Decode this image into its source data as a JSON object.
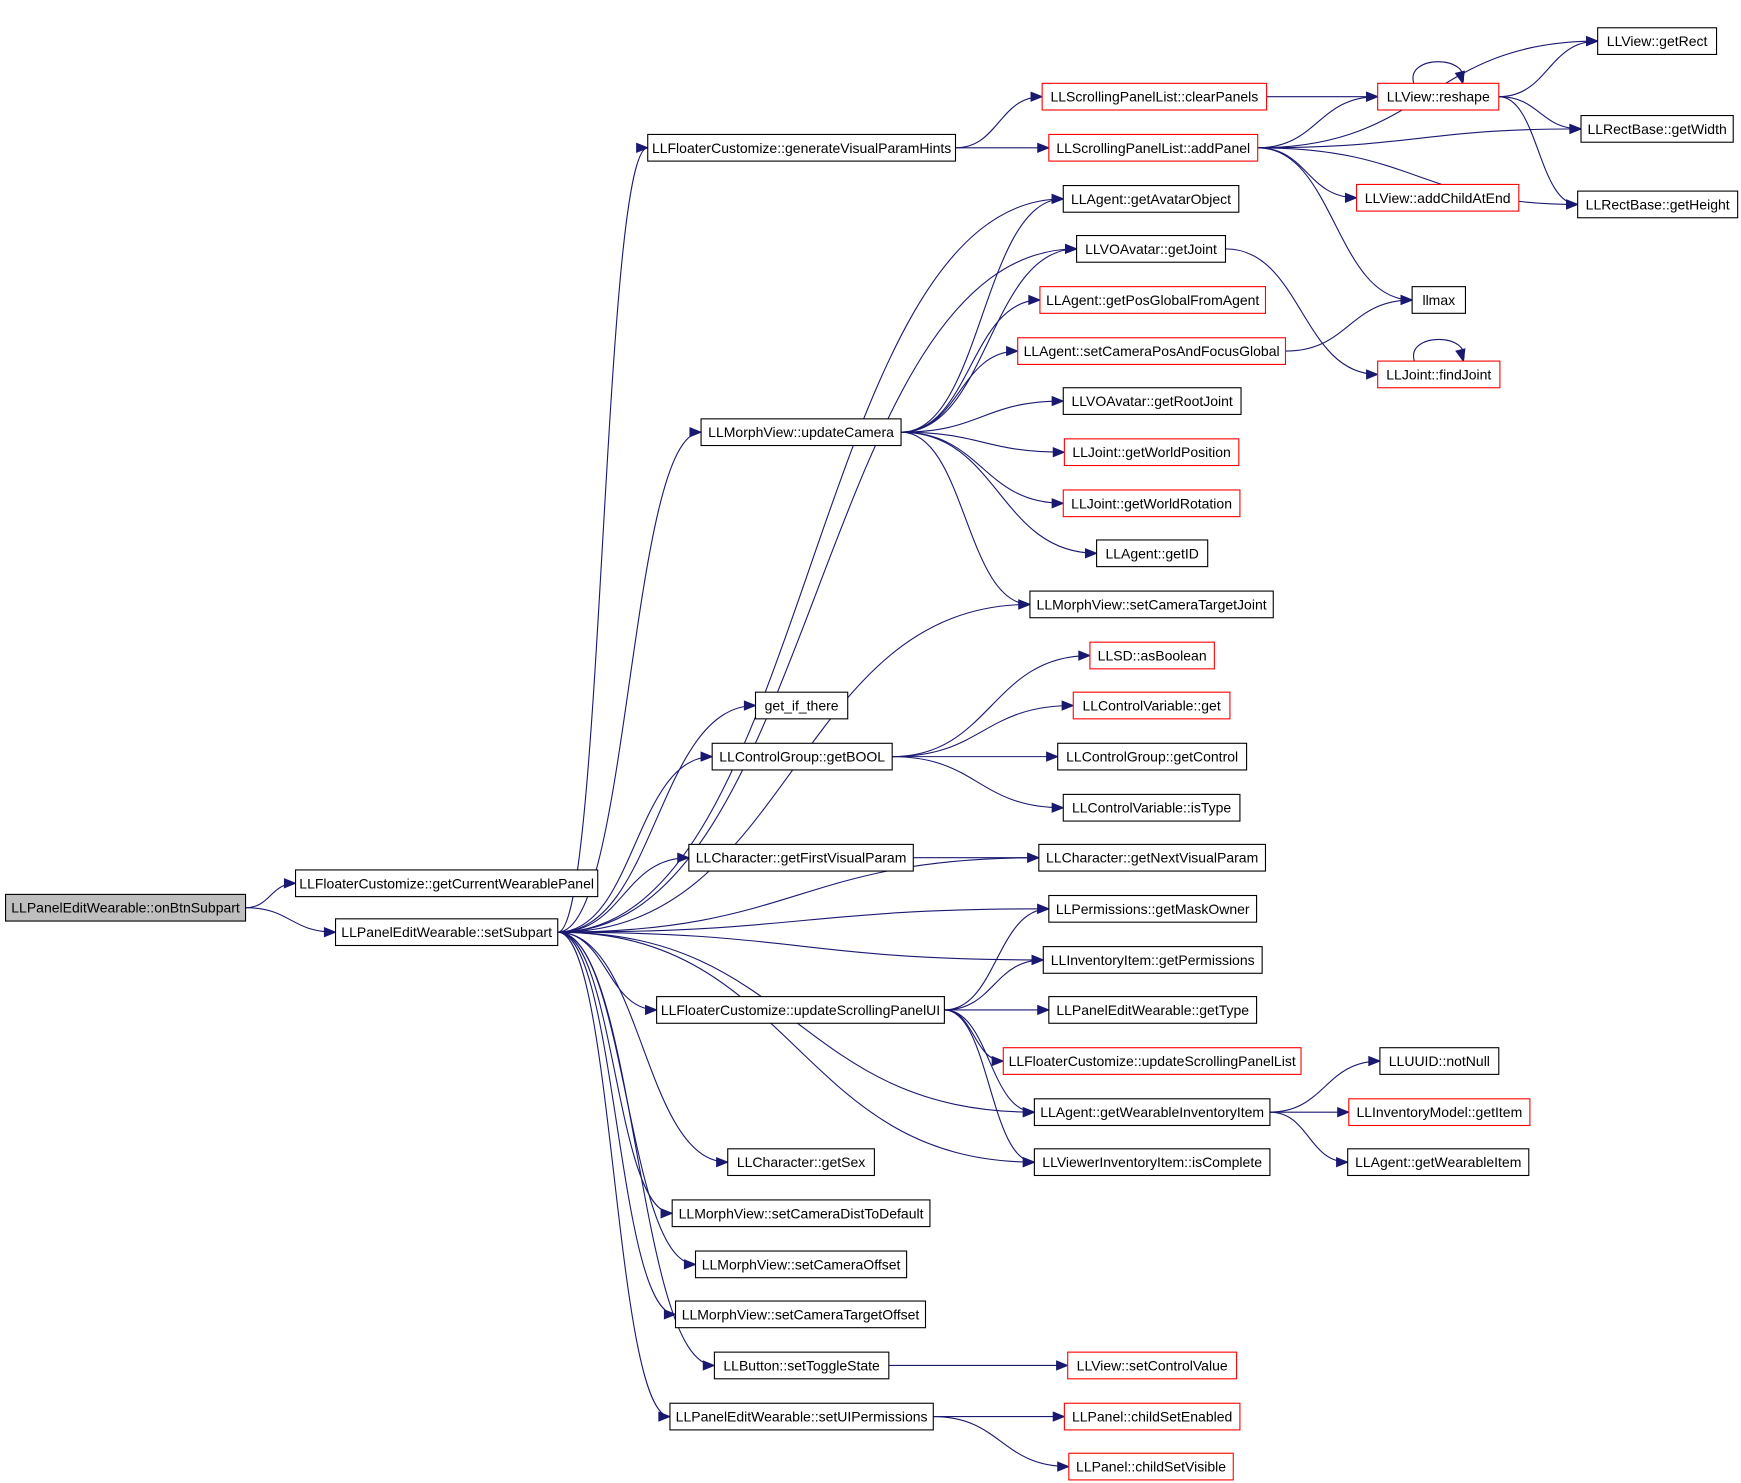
{
  "graph": {
    "root": "LLPanelEditWearable::onBtnSubpart",
    "nodes": {
      "onBtnSubpart": {
        "label": "LLPanelEditWearable::onBtnSubpart",
        "style": "root"
      },
      "getCurrentWearablePanel": {
        "label": "LLFloaterCustomize::getCurrentWearablePanel",
        "style": "black"
      },
      "setSubpart": {
        "label": "LLPanelEditWearable::setSubpart",
        "style": "black"
      },
      "generateVisualParamHints": {
        "label": "LLFloaterCustomize::generateVisualParamHints",
        "style": "black"
      },
      "clearPanels": {
        "label": "LLScrollingPanelList::clearPanels",
        "style": "red"
      },
      "addPanel": {
        "label": "LLScrollingPanelList::addPanel",
        "style": "red"
      },
      "reshape": {
        "label": "LLView::reshape",
        "style": "red"
      },
      "getRect": {
        "label": "LLView::getRect",
        "style": "black"
      },
      "getWidth": {
        "label": "LLRectBase::getWidth",
        "style": "black"
      },
      "getHeight": {
        "label": "LLRectBase::getHeight",
        "style": "black"
      },
      "addChildAtEnd": {
        "label": "LLView::addChildAtEnd",
        "style": "red"
      },
      "llmax": {
        "label": "llmax",
        "style": "black"
      },
      "getAvatarObject": {
        "label": "LLAgent::getAvatarObject",
        "style": "black"
      },
      "getJoint": {
        "label": "LLVOAvatar::getJoint",
        "style": "black"
      },
      "findJoint": {
        "label": "LLJoint::findJoint",
        "style": "red"
      },
      "getPosGlobalFromAgent": {
        "label": "LLAgent::getPosGlobalFromAgent",
        "style": "red"
      },
      "setCameraPosAndFocusGlobal": {
        "label": "LLAgent::setCameraPosAndFocusGlobal",
        "style": "red"
      },
      "getRootJoint": {
        "label": "LLVOAvatar::getRootJoint",
        "style": "black"
      },
      "updateCamera": {
        "label": "LLMorphView::updateCamera",
        "style": "black"
      },
      "getWorldPosition": {
        "label": "LLJoint::getWorldPosition",
        "style": "red"
      },
      "getWorldRotation": {
        "label": "LLJoint::getWorldRotation",
        "style": "red"
      },
      "getID": {
        "label": "LLAgent::getID",
        "style": "black"
      },
      "setCameraTargetJoint": {
        "label": "LLMorphView::setCameraTargetJoint",
        "style": "black"
      },
      "asBoolean": {
        "label": "LLSD::asBoolean",
        "style": "red"
      },
      "get_if_there": {
        "label": "get_if_there",
        "style": "black"
      },
      "controlVariableGet": {
        "label": "LLControlVariable::get",
        "style": "red"
      },
      "getBOOL": {
        "label": "LLControlGroup::getBOOL",
        "style": "black"
      },
      "getControl": {
        "label": "LLControlGroup::getControl",
        "style": "black"
      },
      "isType": {
        "label": "LLControlVariable::isType",
        "style": "black"
      },
      "getFirstVisualParam": {
        "label": "LLCharacter::getFirstVisualParam",
        "style": "black"
      },
      "getNextVisualParam": {
        "label": "LLCharacter::getNextVisualParam",
        "style": "black"
      },
      "getMaskOwner": {
        "label": "LLPermissions::getMaskOwner",
        "style": "black"
      },
      "getPermissions": {
        "label": "LLInventoryItem::getPermissions",
        "style": "black"
      },
      "updateScrollingPanelUI": {
        "label": "LLFloaterCustomize::updateScrollingPanelUI",
        "style": "black"
      },
      "getType": {
        "label": "LLPanelEditWearable::getType",
        "style": "black"
      },
      "updateScrollingPanelList": {
        "label": "LLFloaterCustomize::updateScrollingPanelList",
        "style": "red"
      },
      "notNull": {
        "label": "LLUUID::notNull",
        "style": "black"
      },
      "getWearableInventoryItem": {
        "label": "LLAgent::getWearableInventoryItem",
        "style": "black"
      },
      "getItem": {
        "label": "LLInventoryModel::getItem",
        "style": "red"
      },
      "getWearableItem": {
        "label": "LLAgent::getWearableItem",
        "style": "black"
      },
      "isComplete": {
        "label": "LLViewerInventoryItem::isComplete",
        "style": "black"
      },
      "getSex": {
        "label": "LLCharacter::getSex",
        "style": "black"
      },
      "setCameraDistToDefault": {
        "label": "LLMorphView::setCameraDistToDefault",
        "style": "black"
      },
      "setCameraOffset": {
        "label": "LLMorphView::setCameraOffset",
        "style": "black"
      },
      "setCameraTargetOffset": {
        "label": "LLMorphView::setCameraTargetOffset",
        "style": "black"
      },
      "setToggleState": {
        "label": "LLButton::setToggleState",
        "style": "black"
      },
      "setControlValue": {
        "label": "LLView::setControlValue",
        "style": "red"
      },
      "setUIPermissions": {
        "label": "LLPanelEditWearable::setUIPermissions",
        "style": "black"
      },
      "childSetEnabled": {
        "label": "LLPanel::childSetEnabled",
        "style": "red"
      },
      "childSetVisible": {
        "label": "LLPanel::childSetVisible",
        "style": "red"
      }
    },
    "edges": [
      [
        "onBtnSubpart",
        "getCurrentWearablePanel"
      ],
      [
        "onBtnSubpart",
        "setSubpart"
      ],
      [
        "setSubpart",
        "generateVisualParamHints"
      ],
      [
        "setSubpart",
        "getAvatarObject"
      ],
      [
        "setSubpart",
        "getJoint"
      ],
      [
        "setSubpart",
        "updateCamera"
      ],
      [
        "setSubpart",
        "setCameraTargetJoint"
      ],
      [
        "setSubpart",
        "get_if_there"
      ],
      [
        "setSubpart",
        "getBOOL"
      ],
      [
        "setSubpart",
        "getNextVisualParam"
      ],
      [
        "setSubpart",
        "getFirstVisualParam"
      ],
      [
        "setSubpart",
        "getMaskOwner"
      ],
      [
        "setSubpart",
        "getPermissions"
      ],
      [
        "setSubpart",
        "updateScrollingPanelUI"
      ],
      [
        "setSubpart",
        "getWearableInventoryItem"
      ],
      [
        "setSubpart",
        "isComplete"
      ],
      [
        "setSubpart",
        "getSex"
      ],
      [
        "setSubpart",
        "setCameraDistToDefault"
      ],
      [
        "setSubpart",
        "setCameraOffset"
      ],
      [
        "setSubpart",
        "setCameraTargetOffset"
      ],
      [
        "setSubpart",
        "setToggleState"
      ],
      [
        "setSubpart",
        "setUIPermissions"
      ],
      [
        "generateVisualParamHints",
        "clearPanels"
      ],
      [
        "generateVisualParamHints",
        "addPanel"
      ],
      [
        "clearPanels",
        "reshape"
      ],
      [
        "addPanel",
        "reshape"
      ],
      [
        "addPanel",
        "getRect"
      ],
      [
        "addPanel",
        "getWidth"
      ],
      [
        "addPanel",
        "addChildAtEnd"
      ],
      [
        "addPanel",
        "llmax"
      ],
      [
        "addPanel",
        "getHeight"
      ],
      [
        "reshape",
        "reshape"
      ],
      [
        "reshape",
        "getRect"
      ],
      [
        "reshape",
        "getWidth"
      ],
      [
        "reshape",
        "getHeight"
      ],
      [
        "getJoint",
        "findJoint"
      ],
      [
        "findJoint",
        "findJoint"
      ],
      [
        "setCameraPosAndFocusGlobal",
        "llmax"
      ],
      [
        "updateCamera",
        "getAvatarObject"
      ],
      [
        "updateCamera",
        "getJoint"
      ],
      [
        "updateCamera",
        "getPosGlobalFromAgent"
      ],
      [
        "updateCamera",
        "setCameraPosAndFocusGlobal"
      ],
      [
        "updateCamera",
        "getRootJoint"
      ],
      [
        "updateCamera",
        "getWorldPosition"
      ],
      [
        "updateCamera",
        "getWorldRotation"
      ],
      [
        "updateCamera",
        "getID"
      ],
      [
        "updateCamera",
        "setCameraTargetJoint"
      ],
      [
        "getBOOL",
        "asBoolean"
      ],
      [
        "getBOOL",
        "controlVariableGet"
      ],
      [
        "getBOOL",
        "getControl"
      ],
      [
        "getBOOL",
        "isType"
      ],
      [
        "getFirstVisualParam",
        "getNextVisualParam"
      ],
      [
        "updateScrollingPanelUI",
        "getMaskOwner"
      ],
      [
        "updateScrollingPanelUI",
        "getPermissions"
      ],
      [
        "updateScrollingPanelUI",
        "getType"
      ],
      [
        "updateScrollingPanelUI",
        "updateScrollingPanelList"
      ],
      [
        "updateScrollingPanelUI",
        "getWearableInventoryItem"
      ],
      [
        "updateScrollingPanelUI",
        "isComplete"
      ],
      [
        "getWearableInventoryItem",
        "notNull"
      ],
      [
        "getWearableInventoryItem",
        "getItem"
      ],
      [
        "getWearableInventoryItem",
        "getWearableItem"
      ],
      [
        "setToggleState",
        "setControlValue"
      ],
      [
        "setUIPermissions",
        "childSetEnabled"
      ],
      [
        "setUIPermissions",
        "childSetVisible"
      ]
    ]
  }
}
